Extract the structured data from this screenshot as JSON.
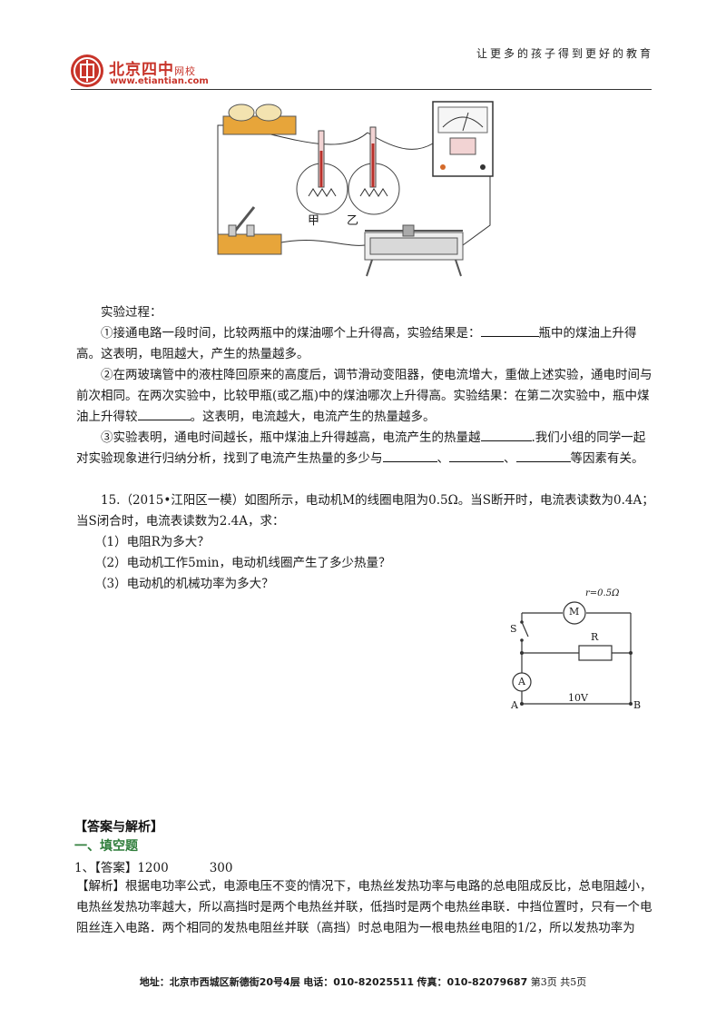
{
  "header": {
    "logo_cn": "北京四中",
    "logo_suffix": "网校",
    "logo_url": "www.etiantian.com",
    "slogan": "让更多的孩子得到更好的教育"
  },
  "apparatus": {
    "label_jia": "甲",
    "label_yi": "乙"
  },
  "experiment": {
    "heading": "实验过程：",
    "s1_a": "①接通电路一段时间，比较两瓶中的煤油哪个上升得高，实验结果是：",
    "s1_b": "瓶中的煤油上升得高。这表明，电阻越大，产生的热量越多。",
    "s2_a": "②在两玻璃管中的液柱降回原来的高度后，调节滑动变阻器，使电流增大，重做上述实验，通电时间与前次相同。在两次实验中，比较甲瓶(或乙瓶)中的煤油哪次上升得高。实验结果：在第二次实验中，瓶中煤油上升得较",
    "s2_b": "。这表明，电流越大，电流产生的热量越多。",
    "s3_a": "③实验表明，通电时间越长，瓶中煤油上升得越高，电流产生的热量越",
    "s3_b": ".我们小组的同学一起对实验现象进行归纳分析，找到了电流产生热量的多少与",
    "s3_sep": "、",
    "s3_end": "等因素有关。"
  },
  "q15": {
    "stem": "15.（2015•江阳区一模）如图所示，电动机M的线圈电阻为0.5Ω。当S断开时，电流表读数为0.4A；当S闭合时，电流表读数为2.4A，求：",
    "q1": "（1）电阻R为多大？",
    "q2": "（2）电动机工作5min，电动机线圈产生了多少热量？",
    "q3": "（3）电动机的机械功率为多大？"
  },
  "circuit": {
    "r_label": "r=0.5Ω",
    "motor": "M",
    "switch": "S",
    "resistor": "R",
    "ammeter": "A",
    "node_a": "A",
    "node_b": "B",
    "voltage": "10V"
  },
  "answers": {
    "section": "【答案与解析】",
    "part1": "一、填空题",
    "a1_prefix": "1、【答案】1200",
    "a1_second": "300",
    "explain": "【解析】根据电功率公式，电源电压不变的情况下，电热丝发热功率与电路的总电阻成反比，总电阻越小，电热丝发热功率越大，所以高挡时是两个电热丝并联，低挡时是两个电热丝串联．中挡位置时，只有一个电阻丝连入电路．两个相同的发热电阻丝并联（高挡）时总电阻为一根电热丝电阻的1/2，所以发热功率为"
  },
  "footer": {
    "address": "地址：北京市西城区新德街20号4层",
    "phone": "电话：010-82025511",
    "fax": "传真：010-82079687",
    "page": "第3页 共5页"
  }
}
